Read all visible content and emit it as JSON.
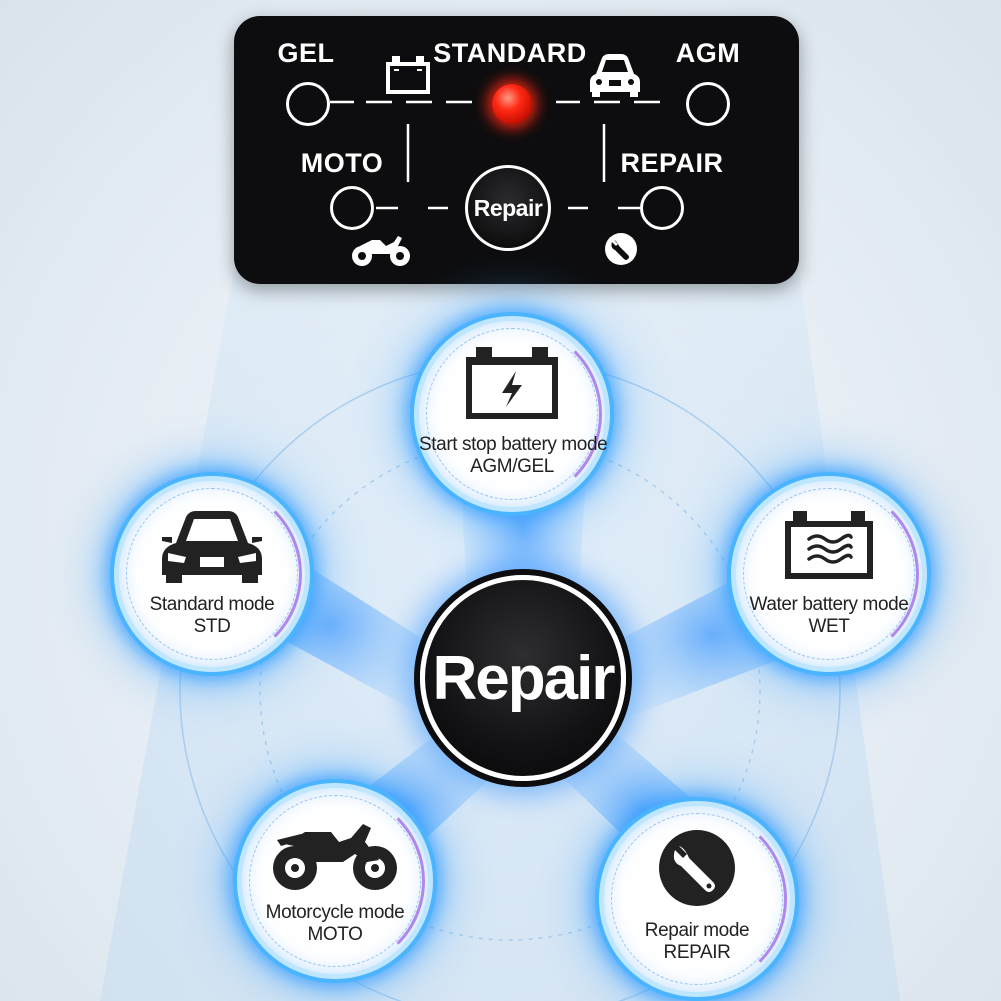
{
  "panel": {
    "labels": {
      "gel": "GEL",
      "standard": "STANDARD",
      "agm": "AGM",
      "moto": "MOTO",
      "repair": "REPAIR"
    },
    "repair_button": "Repair",
    "active_indicator": "standard",
    "icons": [
      "battery-icon",
      "car-icon",
      "motorcycle-icon",
      "wrench-icon"
    ],
    "led_active_color": "#ff2a14"
  },
  "center_button": {
    "label": "Repair"
  },
  "modes": [
    {
      "icon": "battery-bolt-icon",
      "line1": "Start stop battery mode",
      "line2": "AGM/GEL"
    },
    {
      "icon": "car-front-icon",
      "line1": "Standard mode",
      "line2": "STD"
    },
    {
      "icon": "battery-wave-icon",
      "line1": "Water battery mode",
      "line2": "WET"
    },
    {
      "icon": "motorcycle-icon",
      "line1": "Motorcycle mode",
      "line2": "MOTO"
    },
    {
      "icon": "wrench-icon",
      "line1": "Repair mode",
      "line2": "REPAIR"
    }
  ],
  "colors": {
    "panel_bg": "#0d0d0f",
    "glow": "#4ab4ff",
    "background": "#e6edf4"
  }
}
